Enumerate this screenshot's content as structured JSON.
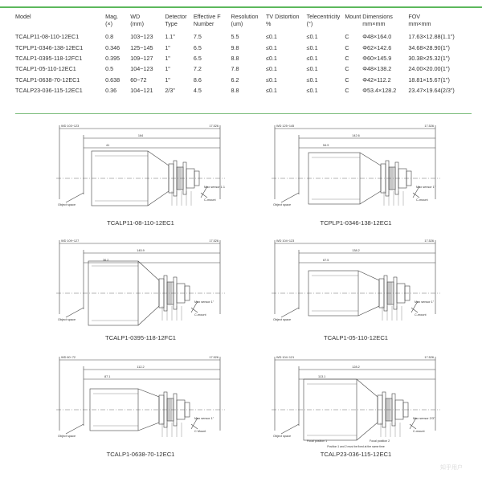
{
  "table": {
    "headers": [
      {
        "l1": "Model",
        "l2": ""
      },
      {
        "l1": "Mag.",
        "l2": "(×)"
      },
      {
        "l1": "WD",
        "l2": "(mm)"
      },
      {
        "l1": "Detector",
        "l2": "Type"
      },
      {
        "l1": "Effective F",
        "l2": "Number"
      },
      {
        "l1": "Resolution",
        "l2": "(um)"
      },
      {
        "l1": "TV Distortion",
        "l2": "%"
      },
      {
        "l1": "Telecentricity",
        "l2": "(°)"
      },
      {
        "l1": "",
        "l2": "Mount"
      },
      {
        "l1": "Dimensions",
        "l2": "mm×mm"
      },
      {
        "l1": "FOV",
        "l2": "mm×mm"
      }
    ],
    "rows": [
      [
        "TCALP11-08-110-12EC1",
        "0.8",
        "103~123",
        "1.1\"",
        "7.5",
        "5.5",
        "≤0.1",
        "≤0.1",
        "C",
        "Φ48×164.0",
        "17.63×12.88(1.1\")"
      ],
      [
        "TCPLP1-0346-138-12EC1",
        "0.346",
        "125~145",
        "1\"",
        "6.5",
        "9.8",
        "≤0.1",
        "≤0.1",
        "C",
        "Φ62×142.6",
        "34.68×28.90(1\")"
      ],
      [
        "TCALP1-0395-118-12FC1",
        "0.395",
        "109~127",
        "1\"",
        "6.5",
        "8.8",
        "≤0.1",
        "≤0.1",
        "C",
        "Φ60×145.9",
        "30.38×25.32(1\")"
      ],
      [
        "TCALP1-05-110-12EC1",
        "0.5",
        "104~123",
        "1\"",
        "7.2",
        "7.8",
        "≤0.1",
        "≤0.1",
        "C",
        "Φ48×138.2",
        "24.00×20.00(1\")"
      ],
      [
        "TCALP1-0638-70-12EC1",
        "0.638",
        "60~72",
        "1\"",
        "8.6",
        "6.2",
        "≤0.1",
        "≤0.1",
        "C",
        "Φ42×112.2",
        "18.81×15.67(1\")"
      ],
      [
        "TCALP23-036-115-12EC1",
        "0.36",
        "104~121",
        "2/3\"",
        "4.5",
        "8.8",
        "≤0.1",
        "≤0.1",
        "C",
        "Φ53.4×128.2",
        "23.47×19.64(2/3\")"
      ]
    ]
  },
  "drawings": [
    {
      "caption": "TCALP11-08-110-12EC1",
      "dims": {
        "d1": "WD 103~123",
        "d2": "164",
        "d3": "17.526",
        "d4": "41"
      },
      "labels": {
        "obj": "Object space",
        "mount": "C-mount",
        "sensor": "Max sensor 1.1\""
      }
    },
    {
      "caption": "TCPLP1-0346-138-12EC1",
      "dims": {
        "d1": "WD 125~145",
        "d2": "142.6",
        "d3": "17.526",
        "d4": "54.9"
      },
      "labels": {
        "obj": "Object space",
        "mount": "C-mount",
        "sensor": "Max sensor 1\""
      }
    },
    {
      "caption": "TCALP1-0395-118-12FC1",
      "dims": {
        "d1": "WD 109~127",
        "d2": "145.9",
        "d3": "17.526",
        "d4": "36.2"
      },
      "labels": {
        "obj": "Object space",
        "mount": "C-mount",
        "sensor": "Max sensor 1\""
      }
    },
    {
      "caption": "TCALP1-05-110-12EC1",
      "dims": {
        "d1": "WD 104~123",
        "d2": "138.2",
        "d3": "17.526",
        "d4": "67.5"
      },
      "labels": {
        "obj": "Object space",
        "mount": "C-mount",
        "sensor": "Max sensor 1\""
      }
    },
    {
      "caption": "TCALP1-0638-70-12EC1",
      "dims": {
        "d1": "WD 60~72",
        "d2": "112.2",
        "d3": "17.526",
        "d4": "87.1"
      },
      "labels": {
        "obj": "Object space",
        "mount": "C Mount",
        "sensor": "Max sensor 1\""
      }
    },
    {
      "caption": "TCALP23-036-115-12EC1",
      "dims": {
        "d1": "WD 104~121",
        "d2": "128.2",
        "d3": "17.526",
        "d4": "113.1"
      },
      "labels": {
        "obj": "Object space",
        "mount": "C-mount",
        "sensor": "Max sensor 2/3\"",
        "pos1": "Focal position 1",
        "pos2": "Focal position 2",
        "note": "Position 1 and 2 must be fixed at the same time"
      }
    }
  ],
  "colors": {
    "accent": "#5cb85c",
    "line": "#444444"
  },
  "watermark": "知乎用户"
}
